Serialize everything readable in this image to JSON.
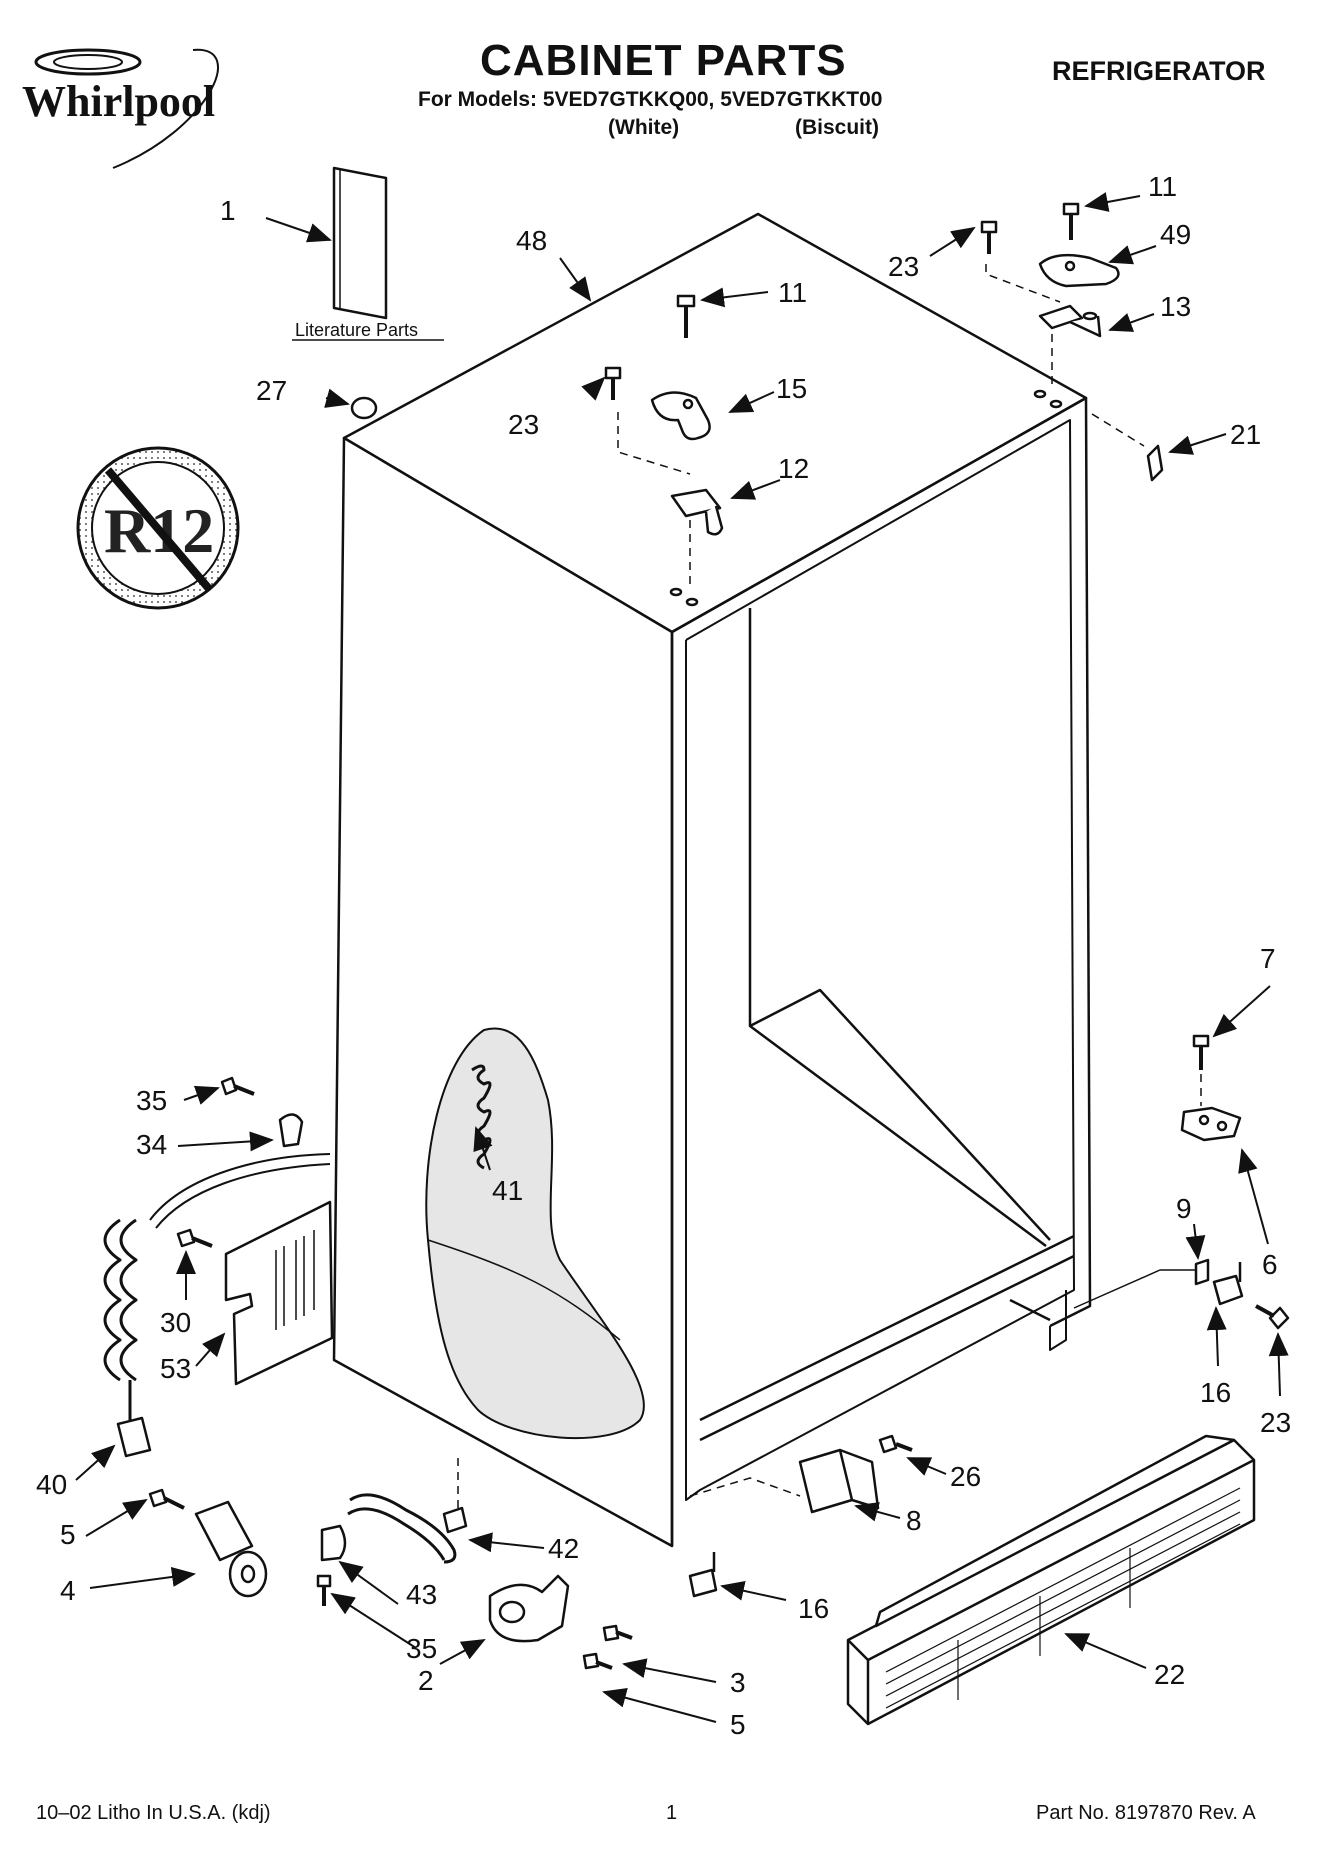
{
  "header": {
    "brand": "Whirlpool",
    "title": "CABINET PARTS",
    "category": "REFRIGERATOR",
    "models_line": "For Models: 5VED7GTKKQ00, 5VED7GTKKT00",
    "color_white": "(White)",
    "color_biscuit": "(Biscuit)"
  },
  "diagram": {
    "literature_label": "Literature Parts",
    "badge_text": "R12",
    "callouts": {
      "c1": "1",
      "c48": "48",
      "c11a": "11",
      "c23a": "23",
      "c15": "15",
      "c12": "12",
      "c27": "27",
      "c11b": "11",
      "c23b": "23",
      "c49": "49",
      "c13": "13",
      "c21": "21",
      "c7": "7",
      "c6": "6",
      "c9": "9",
      "c16a": "16",
      "c23c": "23",
      "c35a": "35",
      "c34": "34",
      "c41": "41",
      "c30": "30",
      "c53": "53",
      "c40": "40",
      "c5a": "5",
      "c4": "4",
      "c43": "43",
      "c35b": "35",
      "c42": "42",
      "c2": "2",
      "c3": "3",
      "c5b": "5",
      "c26": "26",
      "c8": "8",
      "c16b": "16",
      "c22": "22"
    }
  },
  "footer": {
    "left": "10–02 Litho In U.S.A. (kdj)",
    "page": "1",
    "right": "Part No. 8197870 Rev. A"
  },
  "colors": {
    "ink": "#111111",
    "paper": "#ffffff",
    "shade": "#cfcfcf"
  }
}
